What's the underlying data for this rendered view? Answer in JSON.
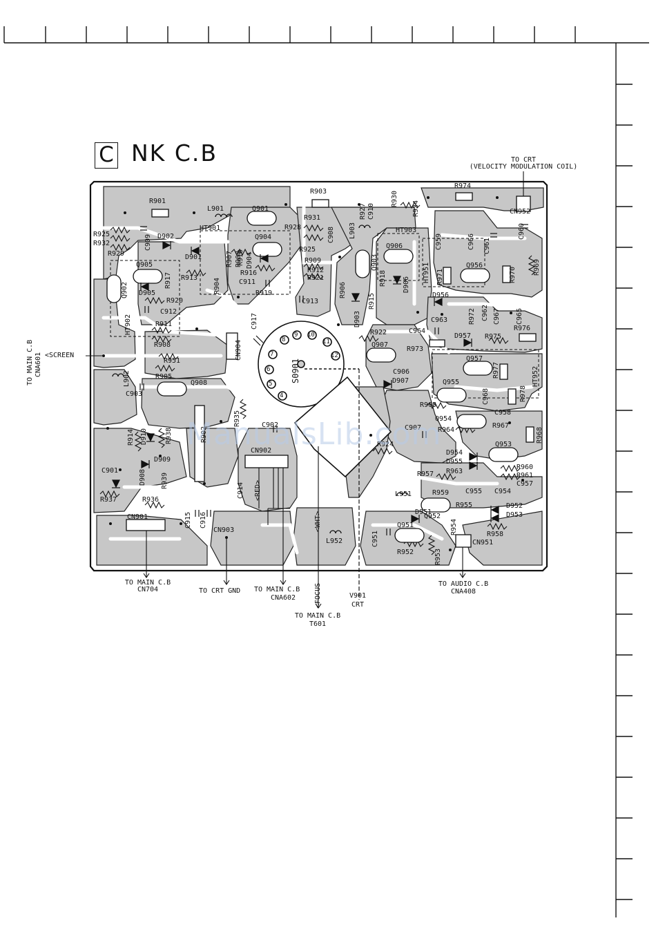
{
  "section": {
    "letter": "C",
    "title": "NK C.B"
  },
  "connections": {
    "crt_vm": {
      "line1": "TO CRT",
      "line2": "(VELOCITY MODULATION COIL)"
    },
    "main_cna601": {
      "line1": "TO MAIN C.B",
      "line2": "CNA601"
    },
    "screen": "<SCREEN",
    "main_cn704": {
      "line1": "TO MAIN C.B",
      "line2": "CN704"
    },
    "crt_gnd": "TO CRT GND",
    "main_cna602": {
      "line1": "TO MAIN C.B",
      "line2": "CNA602"
    },
    "focus": "<FOCUS",
    "main_t601": {
      "line1": "TO MAIN C.B",
      "line2": "T601"
    },
    "v901": {
      "line1": "V901",
      "line2": "CRT"
    },
    "audio_cna408": {
      "line1": "TO AUDIO C.B",
      "line2": "CNA408"
    },
    "wht": "<WHT>",
    "red": "<RED>"
  },
  "components": [
    "R901",
    "L901",
    "HT901",
    "Q901",
    "R903",
    "R927",
    "C910",
    "R930",
    "R934",
    "R974",
    "CN952",
    "R925",
    "R932",
    "R929",
    "C909",
    "D902",
    "D901",
    "R907",
    "R908",
    "D904",
    "Q904",
    "R931",
    "R928",
    "R925",
    "C908",
    "L903",
    "HT903",
    "C959",
    "C966",
    "C961",
    "C960",
    "R969",
    "Q905",
    "Q902",
    "R917",
    "D905",
    "R913",
    "R904",
    "R910",
    "R916",
    "C911",
    "R909",
    "R912",
    "R921",
    "R919",
    "C913",
    "R906",
    "Q903",
    "Q906",
    "R918",
    "D906",
    "R915",
    "D903",
    "HT951",
    "R971",
    "Q956",
    "R970",
    "R920",
    "C912",
    "HT902",
    "R911",
    "R908",
    "C917",
    "CN904",
    "D956",
    "C963",
    "R972",
    "C962",
    "C967",
    "C965",
    "R976",
    "R922",
    "Q907",
    "C964",
    "D957",
    "R975",
    "R973",
    "R951",
    "R905",
    "S0901",
    "Q957",
    "R977",
    "HT952",
    "L902",
    "C903",
    "Q908",
    "C906",
    "D907",
    "Q955",
    "C968",
    "R978",
    "R965",
    "C958",
    "Q954",
    "R935",
    "C902",
    "R964",
    "R967",
    "R968",
    "R914",
    "D910",
    "R938",
    "R902",
    "C907",
    "R924",
    "CN902",
    "D954",
    "D955",
    "Q953",
    "C901",
    "D909",
    "D908",
    "R939",
    "R957",
    "R963",
    "R960",
    "R961",
    "C957",
    "C914",
    "R959",
    "C955",
    "C954",
    "R937",
    "R936",
    "L951",
    "R955",
    "D952",
    "CN901",
    "C915",
    "C916",
    "CN903",
    "D951",
    "Q952",
    "R954",
    "R953",
    "D953",
    "Q951",
    "C951",
    "L952",
    "R958",
    "R952",
    "CN951"
  ],
  "socket_pins": [
    "8",
    "9",
    "10",
    "11",
    "12",
    "7",
    "6",
    "5",
    "4"
  ],
  "watermark": "ManualsLib.com"
}
